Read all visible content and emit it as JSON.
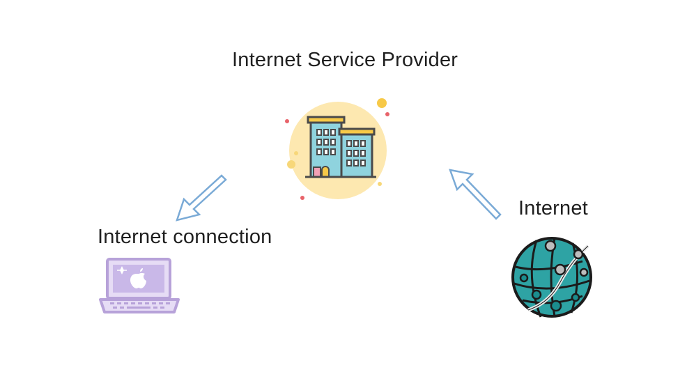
{
  "nodes": {
    "isp": {
      "label": "Internet Service Provider",
      "icon": "office-building-icon"
    },
    "connection": {
      "label": "Internet connection",
      "icon": "laptop-icon"
    },
    "internet": {
      "label": "Internet",
      "icon": "globe-network-icon"
    }
  },
  "edges": [
    {
      "from": "isp",
      "to": "connection",
      "icon": "arrow-down-left-icon"
    },
    {
      "from": "internet",
      "to": "isp",
      "icon": "arrow-up-left-icon"
    }
  ],
  "colors": {
    "text": "#1f1f1f",
    "arrow_outline": "#7aaad6",
    "building_fill": "#8fd3de",
    "building_circle": "#fde8b0",
    "laptop": "#b7a2d9",
    "globe": "#2ea3a4"
  }
}
